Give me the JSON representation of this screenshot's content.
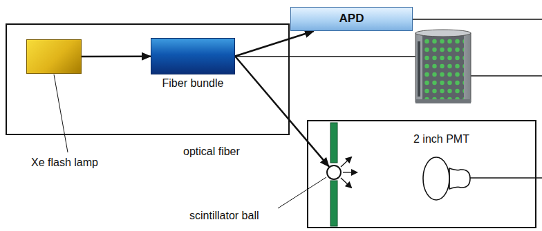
{
  "diagram": {
    "nodes": [
      {
        "text": [
          "Xe flash lamp"
        ]
      },
      {
        "text": [
          "Fiber bundle"
        ]
      },
      {
        "text": [
          "APD"
        ]
      },
      {
        "text": [
          "scintillator ball"
        ]
      },
      {
        "text": [
          "2 inch PMT"
        ]
      }
    ],
    "edges": [
      {
        "from": 0,
        "to": 1,
        "arrow": "to"
      },
      {
        "from": 1,
        "to": 2,
        "arrow": "to"
      },
      {
        "from": 1,
        "to": 3,
        "arrow": "to"
      }
    ],
    "labels": [
      "optical fiber"
    ]
  }
}
